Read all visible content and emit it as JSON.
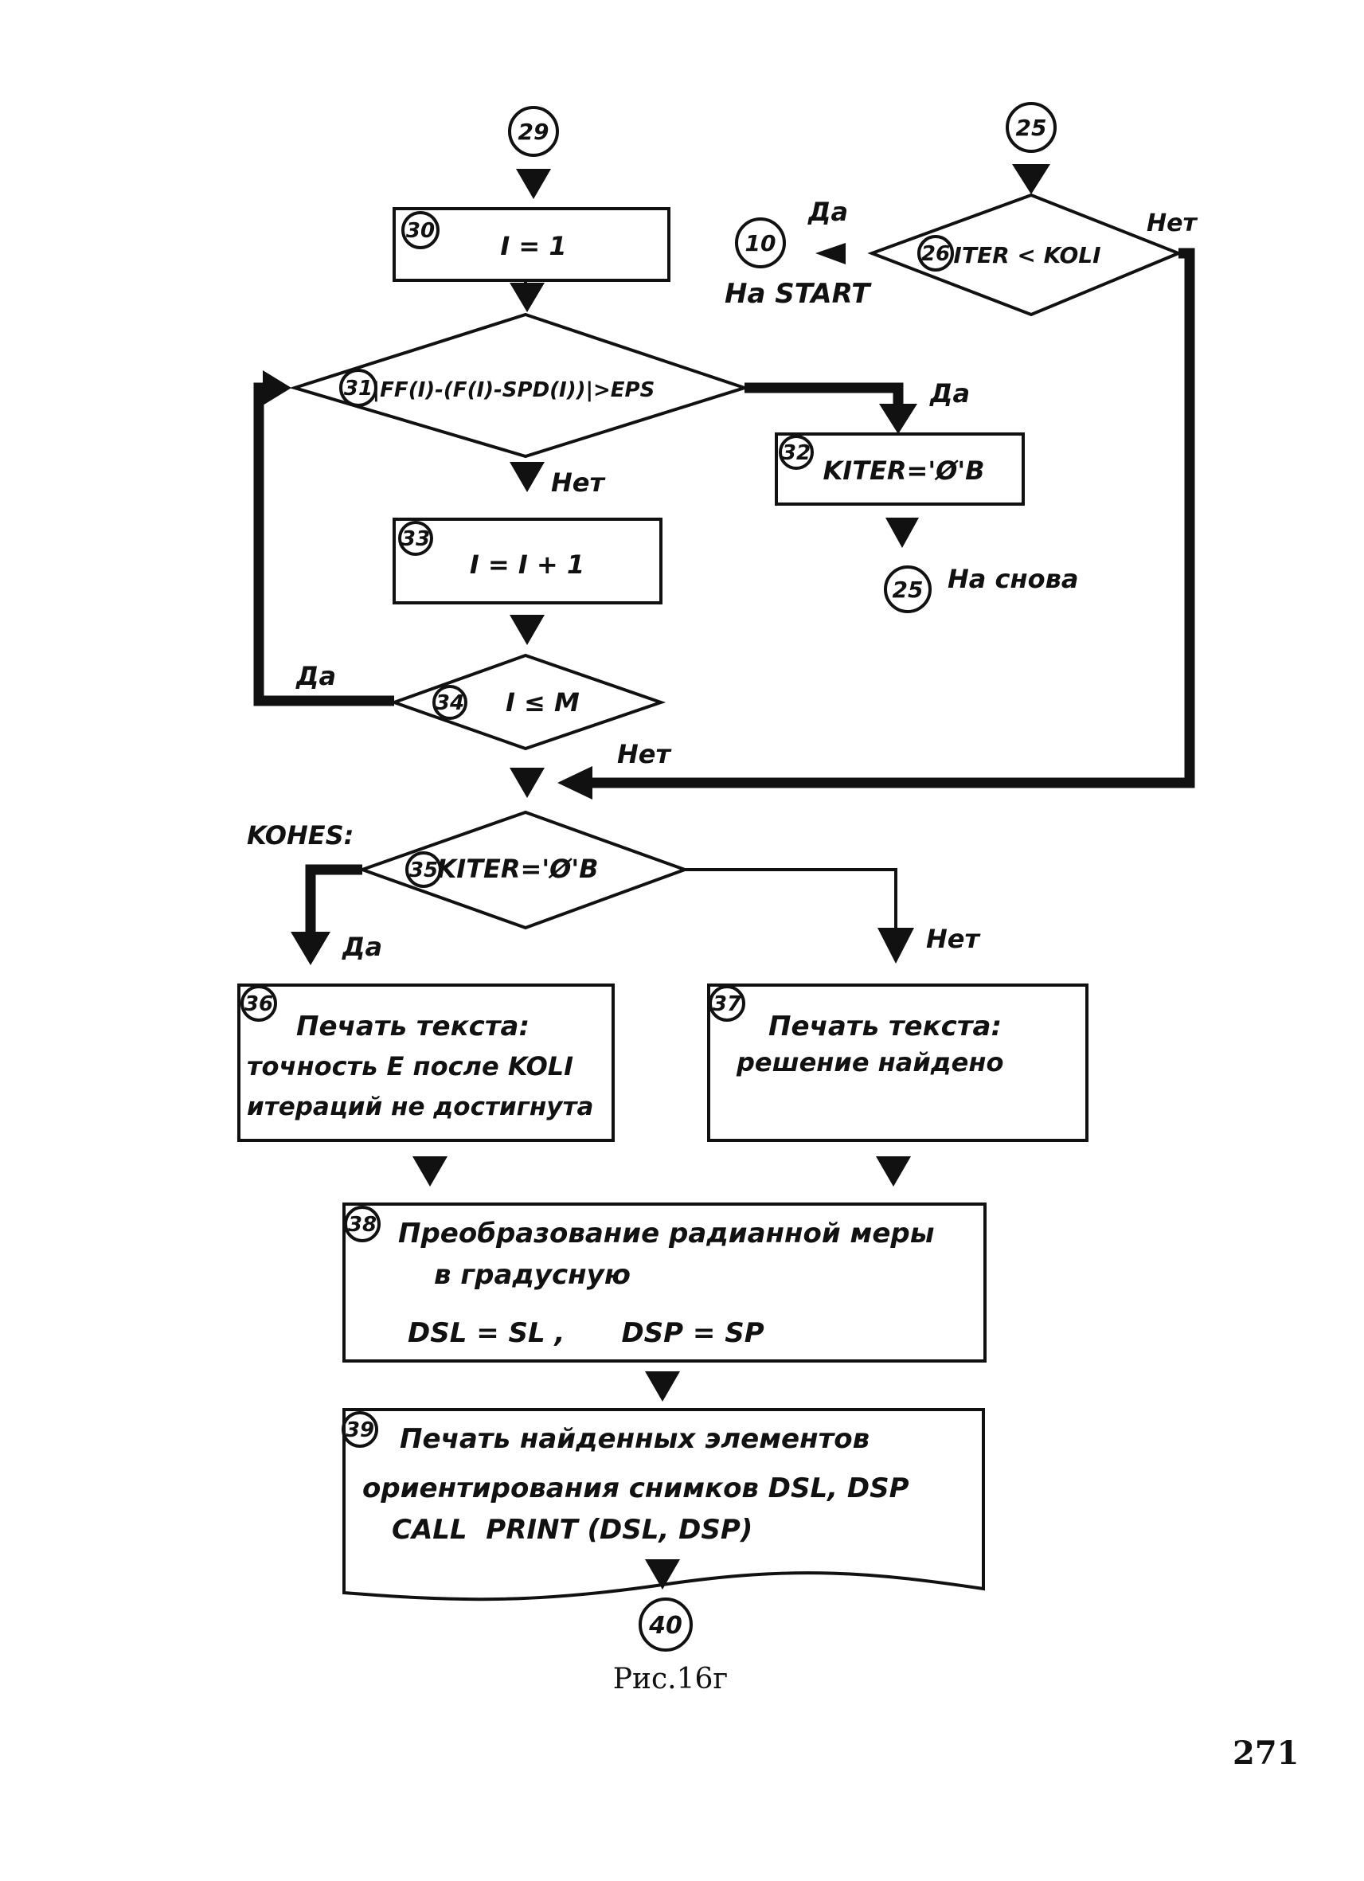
{
  "connectors": {
    "c29": "29",
    "c25_top": "25",
    "c10": "10",
    "c25_again": "25",
    "c40": "40"
  },
  "blocks": {
    "b30": {
      "num": "30",
      "text": "I = 1"
    },
    "b26": {
      "num": "26",
      "text": "ITER < KOLI"
    },
    "b31": {
      "num": "31",
      "text": "|FF(I)-(F(I)-SPD(I))|>EPS"
    },
    "b32": {
      "num": "32",
      "text": "KITER='Ø'B"
    },
    "b33": {
      "num": "33",
      "text": "I = I + 1"
    },
    "b34": {
      "num": "34",
      "text": "I ≤ M"
    },
    "b35": {
      "num": "35",
      "text": "KITER='Ø'B"
    },
    "b36": {
      "num": "36",
      "lines": [
        "Печать текста:",
        "точность Е после KOLI",
        "итераций не достигнута"
      ]
    },
    "b37": {
      "num": "37",
      "lines": [
        "Печать текста:",
        "решение найдено"
      ]
    },
    "b38": {
      "num": "38",
      "lines": [
        "Преобразование радианной меры",
        "в градусную",
        "DSL = SL ,      DSP = SP"
      ]
    },
    "b39": {
      "num": "39",
      "lines": [
        "Печать найденных элементов",
        "ориентирования снимков DSL, DSP",
        "CALL  PRINT (DSL, DSP)"
      ]
    }
  },
  "labels": {
    "yes": "Да",
    "no": "Нет",
    "to_start": "На START",
    "again": "На снова",
    "label_kones": "KOHES:"
  },
  "caption": "Рис.16г",
  "page_number": "271"
}
